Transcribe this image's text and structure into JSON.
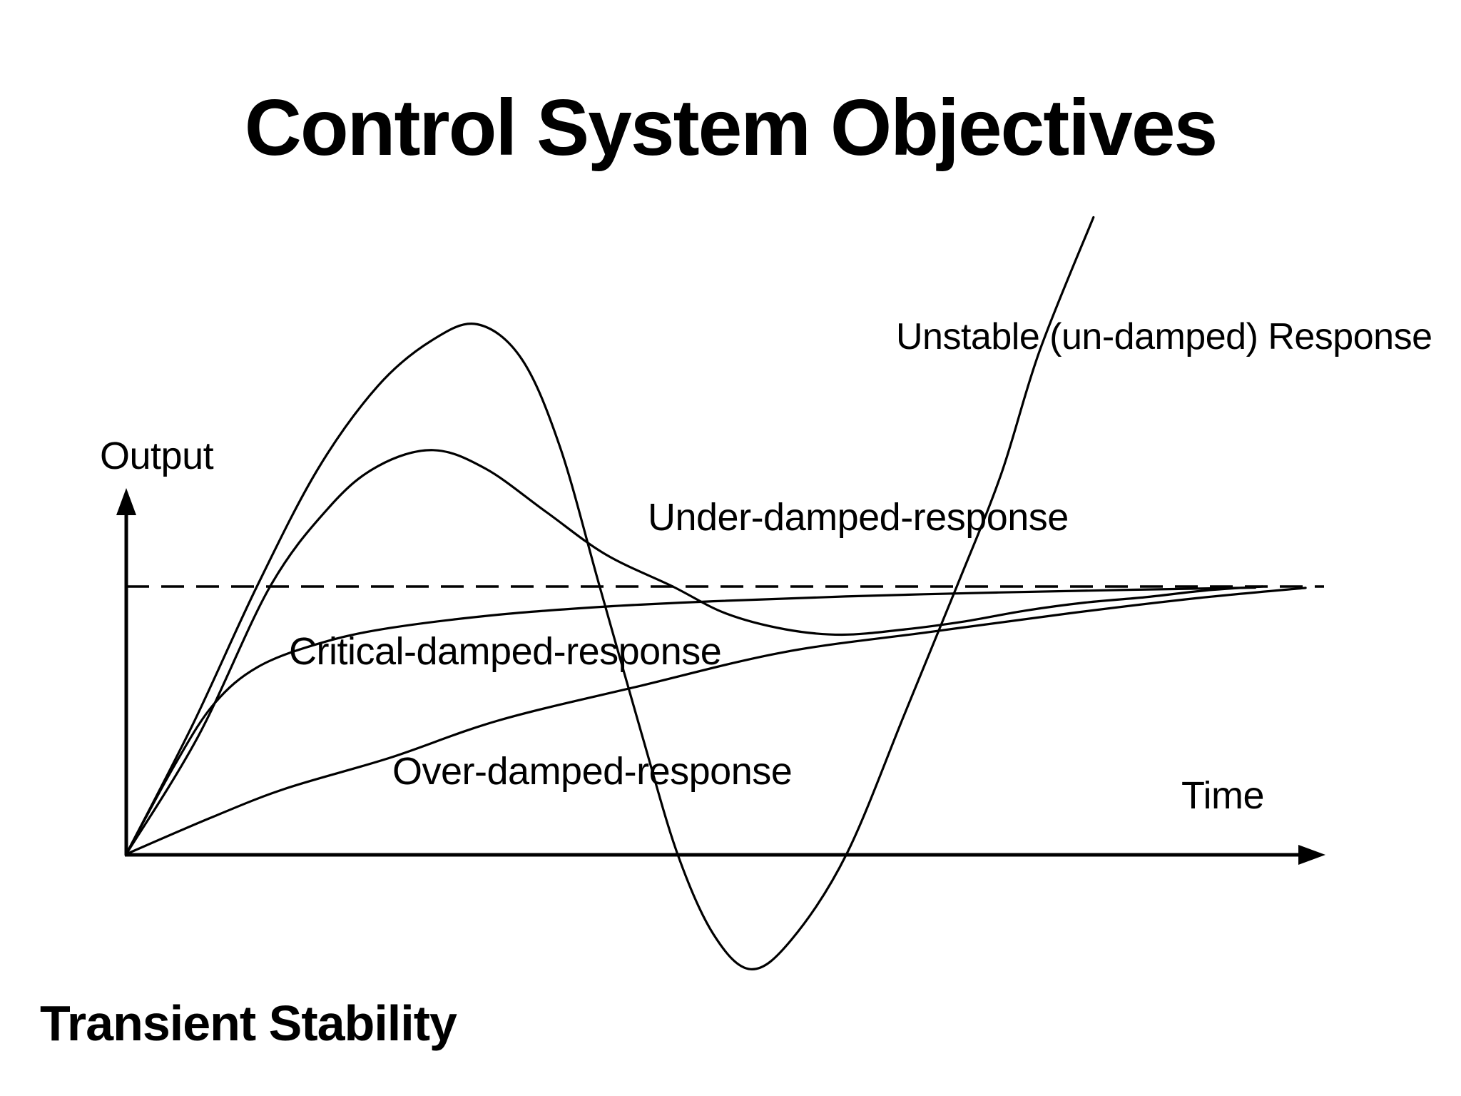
{
  "slide": {
    "title": "Control System Objectives",
    "footer": "Transient Stability"
  },
  "colors": {
    "background": "#ffffff",
    "ink": "#000000"
  },
  "chart": {
    "y_axis_label": "Output",
    "x_axis_label": "Time",
    "curve_labels": {
      "unstable": "Unstable (un-damped) Response",
      "under": "Under-damped-response",
      "critical": "Critical-damped-response",
      "over": "Over-damped-response"
    }
  },
  "chart_data": {
    "type": "line",
    "title": "Control System Objectives",
    "xlabel": "Time",
    "ylabel": "Output",
    "x_range": [
      0,
      10
    ],
    "y_range": [
      -0.6,
      2.5
    ],
    "setpoint": 1.0,
    "grid": false,
    "legend_position": "inline-annotations",
    "axes": "arrowed, unlabeled ticks (qualitative sketch)",
    "series": [
      {
        "name": "Unstable (un-damped) Response",
        "points": [
          [
            0,
            0
          ],
          [
            0.55,
            0.48
          ],
          [
            1.09,
            1.0
          ],
          [
            1.6,
            1.44
          ],
          [
            2.1,
            1.75
          ],
          [
            2.55,
            1.92
          ],
          [
            2.93,
            1.98
          ],
          [
            3.3,
            1.85
          ],
          [
            3.62,
            1.52
          ],
          [
            3.95,
            1.0
          ],
          [
            4.3,
            0.45
          ],
          [
            4.6,
            0.0
          ],
          [
            4.9,
            -0.3
          ],
          [
            5.21,
            -0.43
          ],
          [
            5.55,
            -0.32
          ],
          [
            6.01,
            0.0
          ],
          [
            6.5,
            0.53
          ],
          [
            6.93,
            1.0
          ],
          [
            7.3,
            1.42
          ],
          [
            7.62,
            1.88
          ],
          [
            8.07,
            2.38
          ]
        ]
      },
      {
        "name": "Under-damped-response",
        "points": [
          [
            0,
            0
          ],
          [
            0.6,
            0.44
          ],
          [
            1.2,
            1.0
          ],
          [
            1.7,
            1.3
          ],
          [
            2.1,
            1.45
          ],
          [
            2.56,
            1.51
          ],
          [
            3.0,
            1.44
          ],
          [
            3.5,
            1.28
          ],
          [
            4.0,
            1.12
          ],
          [
            4.56,
            1.0
          ],
          [
            5.0,
            0.9
          ],
          [
            5.5,
            0.84
          ],
          [
            5.97,
            0.82
          ],
          [
            6.5,
            0.84
          ],
          [
            7.0,
            0.87
          ],
          [
            7.5,
            0.91
          ],
          [
            8.0,
            0.94
          ],
          [
            8.5,
            0.96
          ],
          [
            9.0,
            0.985
          ],
          [
            9.48,
            1.0
          ]
        ]
      },
      {
        "name": "Critical-damped-response",
        "points": [
          [
            0,
            0
          ],
          [
            0.4,
            0.33
          ],
          [
            0.73,
            0.56
          ],
          [
            1.1,
            0.7
          ],
          [
            1.63,
            0.79
          ],
          [
            2.2,
            0.845
          ],
          [
            3.11,
            0.895
          ],
          [
            4.0,
            0.925
          ],
          [
            4.9,
            0.945
          ],
          [
            6.0,
            0.963
          ],
          [
            7.28,
            0.978
          ],
          [
            8.4,
            0.988
          ],
          [
            9.42,
            0.996
          ]
        ]
      },
      {
        "name": "Over-damped-response",
        "points": [
          [
            0,
            0
          ],
          [
            0.7,
            0.135
          ],
          [
            1.33,
            0.245
          ],
          [
            2.2,
            0.36
          ],
          [
            3.11,
            0.5
          ],
          [
            4.3,
            0.63
          ],
          [
            5.49,
            0.755
          ],
          [
            6.7,
            0.83
          ],
          [
            7.87,
            0.9
          ],
          [
            8.9,
            0.955
          ],
          [
            9.84,
            0.995
          ]
        ]
      }
    ]
  }
}
